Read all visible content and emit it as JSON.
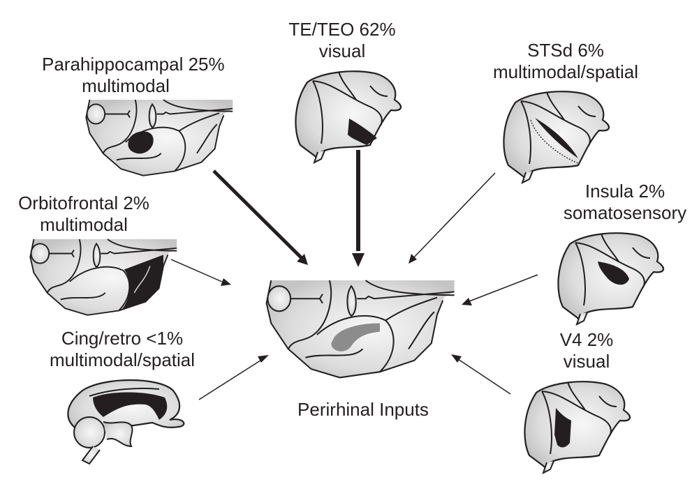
{
  "diagram": {
    "title": "Perirhinal Inputs",
    "target": {
      "name": "Perirhinal",
      "highlight_color": "#8c8c8c"
    },
    "colors": {
      "ink": "#231f20",
      "brain_fill_light": "#f2f2f2",
      "brain_fill_dark": "#c8c8c8",
      "region_fill": "#231f20"
    },
    "sources": [
      {
        "id": "parahippocampal",
        "region": "Parahippocampal",
        "percent": "25%",
        "modality": "multimodal",
        "view": "ventral",
        "arrow_weight": "heavy"
      },
      {
        "id": "te-teo",
        "region": "TE/TEO",
        "percent": "62%",
        "modality": "visual",
        "view": "lateral",
        "arrow_weight": "heaviest"
      },
      {
        "id": "stsd",
        "region": "STSd",
        "percent": "6%",
        "modality": "multimodal/spatial",
        "view": "lateral",
        "arrow_weight": "light"
      },
      {
        "id": "orbitofrontal",
        "region": "Orbitofrontal",
        "percent": "2%",
        "modality": "multimodal",
        "view": "ventral",
        "arrow_weight": "light"
      },
      {
        "id": "insula",
        "region": "Insula",
        "percent": "2%",
        "modality": "somatosensory",
        "view": "lateral",
        "arrow_weight": "light"
      },
      {
        "id": "cing-retro",
        "region": "Cing/retro",
        "percent": "<1%",
        "modality": "multimodal/spatial",
        "view": "medial",
        "arrow_weight": "light"
      },
      {
        "id": "v4",
        "region": "V4",
        "percent": "2%",
        "modality": "visual",
        "view": "lateral",
        "arrow_weight": "light"
      }
    ],
    "labels": {
      "parahippocampal": {
        "line1": "Parahippocampal 25%",
        "line2": "multimodal"
      },
      "te_teo": {
        "line1": "TE/TEO 62%",
        "line2": "visual"
      },
      "stsd": {
        "line1": "STSd 6%",
        "line2": "multimodal/spatial"
      },
      "orbitofrontal": {
        "line1": "Orbitofrontal 2%",
        "line2": "multimodal"
      },
      "insula": {
        "line1": "Insula 2%",
        "line2": "somatosensory"
      },
      "cing_retro": {
        "line1": "Cing/retro <1%",
        "line2": "multimodal/spatial"
      },
      "v4": {
        "line1": "V4 2%",
        "line2": "visual"
      },
      "center": "Perirhinal Inputs"
    }
  }
}
